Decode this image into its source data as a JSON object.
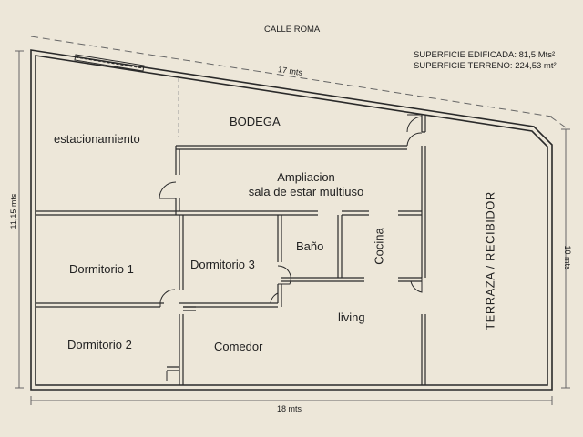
{
  "street": "CALLE ROMA",
  "areas": {
    "built": "SUPERFICIE EDIFICADA: 81,5 Mts²",
    "land": "SUPERFICIE TERRENO: 224,53 mt²"
  },
  "dimensions": {
    "top": "17 mts",
    "bottom": "18 mts",
    "left": "11,15 mts",
    "right": "10 mts"
  },
  "rooms": {
    "parking": "estacionamiento",
    "storage": "BODEGA",
    "extension_line1": "Ampliacion",
    "extension_line2": "sala de estar multiuso",
    "bedroom1": "Dormitorio 1",
    "bedroom2": "Dormitorio 2",
    "bedroom3": "Dormitorio 3",
    "bathroom": "Baño",
    "kitchen": "Cocina",
    "living": "living",
    "dining": "Comedor",
    "terrace": "TERRAZA / RECIBIDOR"
  },
  "colors": {
    "background": "#ede7d9",
    "wall": "#2a2a2a"
  }
}
